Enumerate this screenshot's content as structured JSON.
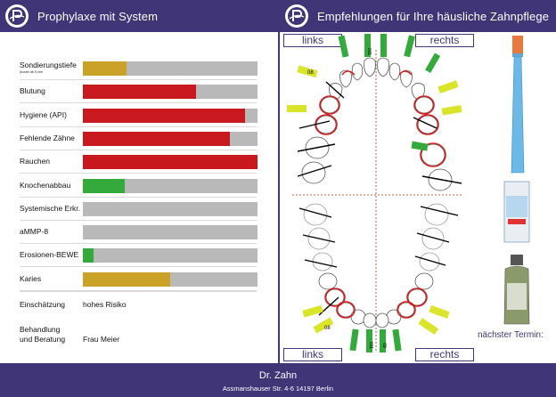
{
  "header": {
    "left_title": "Prophylaxe mit System",
    "right_title": "Empfehlungen für Ihre häusliche Zahnpflege"
  },
  "risk_factors": [
    {
      "label": "Sondierungstiefe",
      "sublabel": "Anzahl ab 5 mm",
      "percent": 25,
      "color": "#c9a227"
    },
    {
      "label": "Blutung",
      "sublabel": "",
      "percent": 65,
      "color": "#c8191f"
    },
    {
      "label": "Hygiene (API)",
      "sublabel": "",
      "percent": 93,
      "color": "#c8191f"
    },
    {
      "label": "Fehlende Zähne",
      "sublabel": "",
      "percent": 84,
      "color": "#c8191f"
    },
    {
      "label": "Rauchen",
      "sublabel": "",
      "percent": 100,
      "color": "#c8191f"
    },
    {
      "label": "Knochenabbau",
      "sublabel": "",
      "percent": 24,
      "color": "#34a93c"
    },
    {
      "label": "Systemische Erkr.",
      "sublabel": "",
      "percent": 0,
      "color": "#b9b9b9"
    },
    {
      "label": "aMMP-8",
      "sublabel": "",
      "percent": 0,
      "color": "#b9b9b9"
    },
    {
      "label": "Erosionen-BEWE",
      "sublabel": "",
      "percent": 6,
      "color": "#34a93c"
    },
    {
      "label": "Karies",
      "sublabel": "",
      "percent": 50,
      "color": "#c9a227"
    }
  ],
  "assessment": {
    "label": "Einschätzung",
    "value": "hohes Risiko"
  },
  "treatment": {
    "label_line1": "Behandlung",
    "label_line2": "und Beratung",
    "value": "Frau Meier"
  },
  "dental_chart": {
    "top_left_label": "links",
    "top_right_label": "rechts",
    "bottom_left_label": "links",
    "bottom_right_label": "rechts",
    "brush_size_labels": [
      "08",
      "08",
      "011",
      "09",
      "011"
    ]
  },
  "products": {
    "toothbrush_icon": "toothbrush-icon",
    "toothpaste_icon": "toothpaste-icon",
    "mouthwash_icon": "mouthwash-bottle-icon"
  },
  "next_appointment_label": "nächster Termin:",
  "footer": {
    "name": "Dr. Zahn",
    "address": "Assmanshauser Str. 4-6 14197 Berlin"
  },
  "colors": {
    "brand": "#3f3577",
    "risk_high": "#c8191f",
    "risk_medium": "#c9a227",
    "risk_low": "#34a93c",
    "track": "#b9b9b9",
    "brush_green": "#34a93c",
    "brush_yellow": "#d9e42a"
  }
}
